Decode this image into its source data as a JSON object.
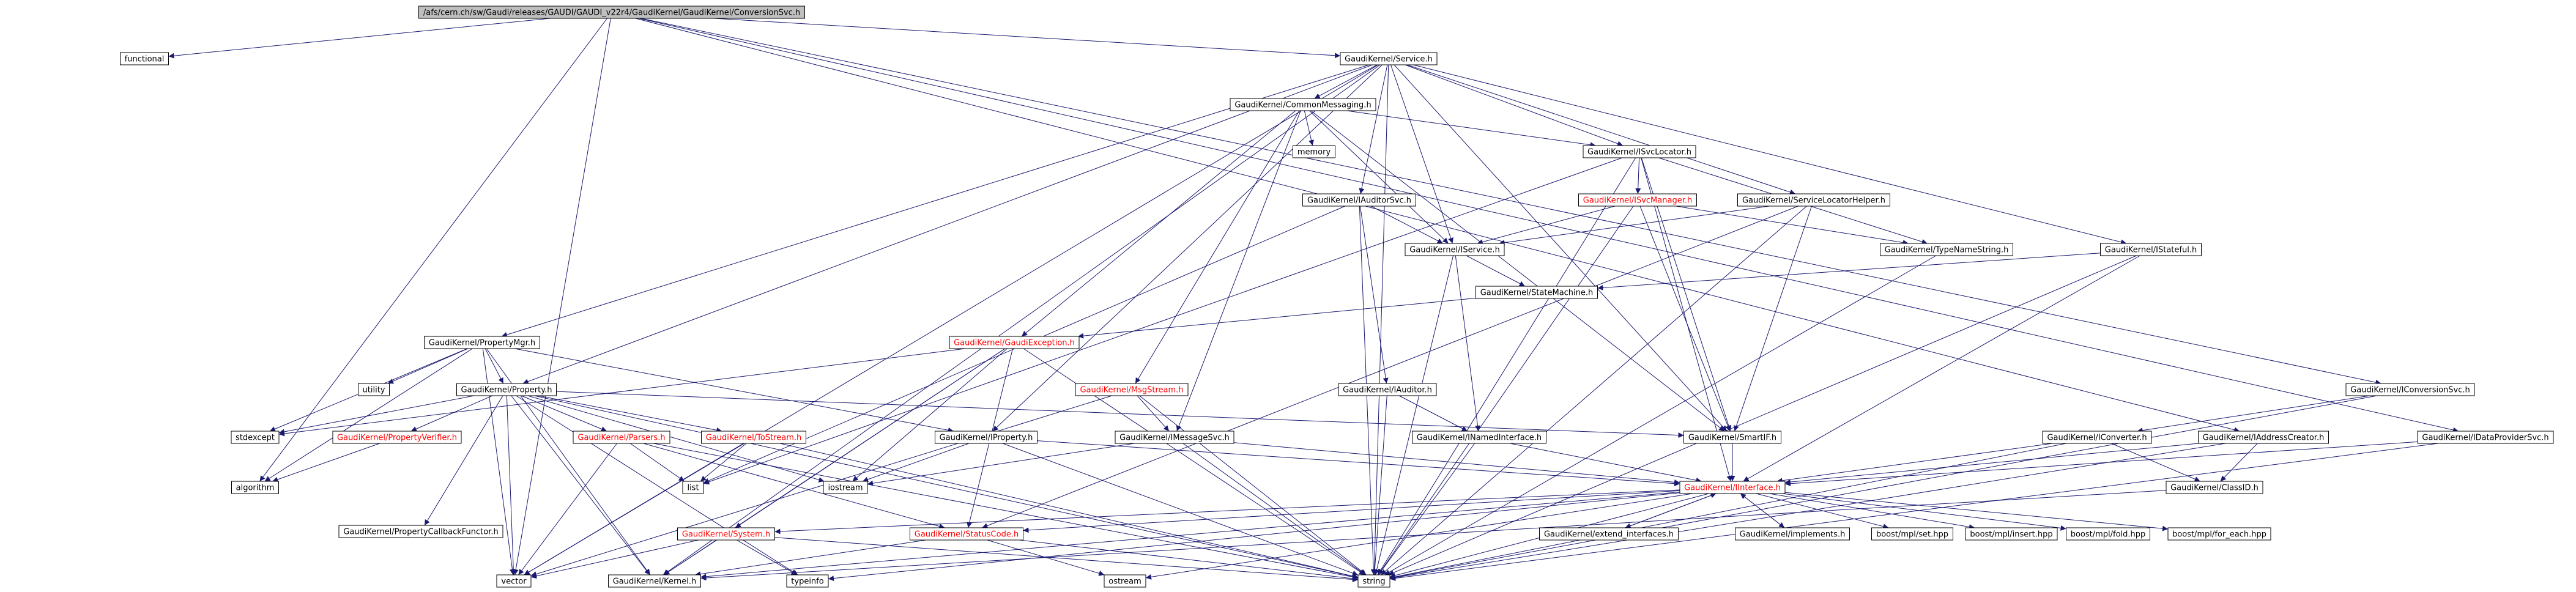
{
  "colors": {
    "edge": "#191970",
    "normal_text": "#000000",
    "incomplete_text": "#ff0000",
    "root_fill": "#bfbfbf",
    "node_fill": "#ffffff"
  },
  "nodes": [
    {
      "id": "root",
      "label": "/afs/cern.ch/sw/Gaudi/releases/GAUDI/GAUDI_v22r4/GaudiKernel/GaudiKernel/ConversionSvc.h",
      "root": true
    },
    {
      "id": "functional",
      "label": "functional"
    },
    {
      "id": "service",
      "label": "GaudiKernel/Service.h"
    },
    {
      "id": "cmsg",
      "label": "GaudiKernel/CommonMessaging.h"
    },
    {
      "id": "memory",
      "label": "memory"
    },
    {
      "id": "isvcloc",
      "label": "GaudiKernel/ISvcLocator.h"
    },
    {
      "id": "iauditorsvc",
      "label": "GaudiKernel/IAuditorSvc.h"
    },
    {
      "id": "isvcmgr",
      "label": "GaudiKernel/ISvcManager.h",
      "red": true
    },
    {
      "id": "svclochelper",
      "label": "GaudiKernel/ServiceLocatorHelper.h"
    },
    {
      "id": "iservice",
      "label": "GaudiKernel/IService.h"
    },
    {
      "id": "typenamestring",
      "label": "GaudiKernel/TypeNameString.h"
    },
    {
      "id": "istateful",
      "label": "GaudiKernel/IStateful.h"
    },
    {
      "id": "statemachine",
      "label": "GaudiKernel/StateMachine.h"
    },
    {
      "id": "gexception",
      "label": "GaudiKernel/GaudiException.h",
      "red": true
    },
    {
      "id": "propmgr",
      "label": "GaudiKernel/PropertyMgr.h"
    },
    {
      "id": "utility",
      "label": "utility"
    },
    {
      "id": "property",
      "label": "GaudiKernel/Property.h"
    },
    {
      "id": "msgstream",
      "label": "GaudiKernel/MsgStream.h",
      "red": true
    },
    {
      "id": "iauditor",
      "label": "GaudiKernel/IAuditor.h"
    },
    {
      "id": "iconvsvc",
      "label": "GaudiKernel/IConversionSvc.h"
    },
    {
      "id": "stdexcept",
      "label": "stdexcept"
    },
    {
      "id": "propverifier",
      "label": "GaudiKernel/PropertyVerifier.h",
      "red": true
    },
    {
      "id": "parsers",
      "label": "GaudiKernel/Parsers.h",
      "red": true
    },
    {
      "id": "tostream",
      "label": "GaudiKernel/ToStream.h",
      "red": true
    },
    {
      "id": "iproperty",
      "label": "GaudiKernel/IProperty.h"
    },
    {
      "id": "imessagesvc",
      "label": "GaudiKernel/IMessageSvc.h"
    },
    {
      "id": "inamedif",
      "label": "GaudiKernel/INamedInterface.h"
    },
    {
      "id": "smartif",
      "label": "GaudiKernel/SmartIF.h"
    },
    {
      "id": "iconverter",
      "label": "GaudiKernel/IConverter.h"
    },
    {
      "id": "iaddrcreator",
      "label": "GaudiKernel/IAddressCreator.h"
    },
    {
      "id": "idataprov",
      "label": "GaudiKernel/IDataProviderSvc.h"
    },
    {
      "id": "algorithm",
      "label": "algorithm"
    },
    {
      "id": "propcallback",
      "label": "GaudiKernel/PropertyCallbackFunctor.h"
    },
    {
      "id": "list",
      "label": "list"
    },
    {
      "id": "iostream",
      "label": "iostream"
    },
    {
      "id": "iinterface",
      "label": "GaudiKernel/IInterface.h",
      "red": true
    },
    {
      "id": "iclassid",
      "label": "GaudiKernel/ClassID.h"
    },
    {
      "id": "system",
      "label": "GaudiKernel/System.h",
      "red": true
    },
    {
      "id": "statuscode",
      "label": "GaudiKernel/StatusCode.h",
      "red": true
    },
    {
      "id": "extendif",
      "label": "GaudiKernel/extend_interfaces.h"
    },
    {
      "id": "implements",
      "label": "GaudiKernel/implements.h"
    },
    {
      "id": "mplset",
      "label": "boost/mpl/set.hpp"
    },
    {
      "id": "mplinsert",
      "label": "boost/mpl/insert.hpp"
    },
    {
      "id": "mplfold",
      "label": "boost/mpl/fold.hpp"
    },
    {
      "id": "mplforeach",
      "label": "boost/mpl/for_each.hpp"
    },
    {
      "id": "vector",
      "label": "vector"
    },
    {
      "id": "kernel",
      "label": "GaudiKernel/Kernel.h"
    },
    {
      "id": "typeinfo",
      "label": "typeinfo"
    },
    {
      "id": "ostream",
      "label": "ostream"
    },
    {
      "id": "string",
      "label": "string"
    }
  ]
}
